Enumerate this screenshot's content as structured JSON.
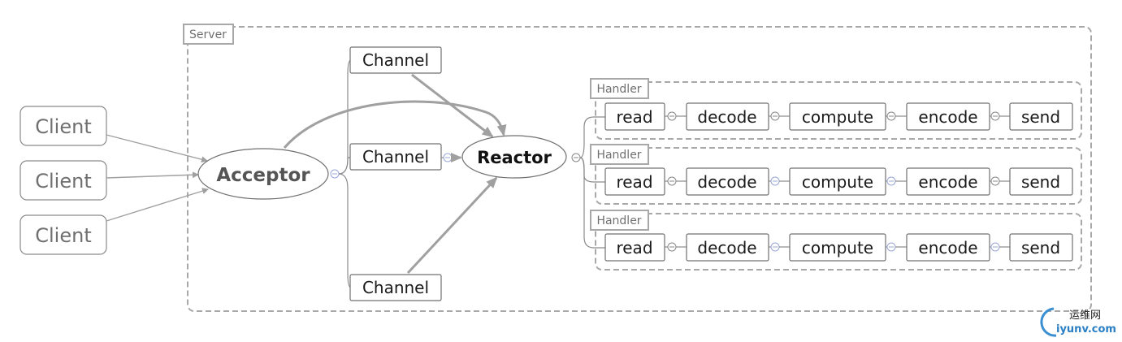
{
  "server": {
    "label": "Server"
  },
  "clients": [
    "Client",
    "Client",
    "Client"
  ],
  "acceptor": {
    "label": "Acceptor"
  },
  "channels": [
    "Channel",
    "Channel",
    "Channel"
  ],
  "reactor": {
    "label": "Reactor"
  },
  "handler_label": "Handler",
  "handlers": [
    {
      "label": "Handler",
      "steps": [
        "read",
        "decode",
        "compute",
        "encode",
        "send"
      ]
    },
    {
      "label": "Handler",
      "steps": [
        "read",
        "decode",
        "compute",
        "encode",
        "send"
      ]
    },
    {
      "label": "Handler",
      "steps": [
        "read",
        "decode",
        "compute",
        "encode",
        "send"
      ]
    }
  ],
  "watermark": {
    "cn": "运维网",
    "url": "iyunv.com"
  },
  "colors": {
    "box_stroke": "#707070",
    "dashed": "#a8a8a8",
    "arrow": "#a0a0a0",
    "toggle_blue": "#9aa7d8"
  }
}
